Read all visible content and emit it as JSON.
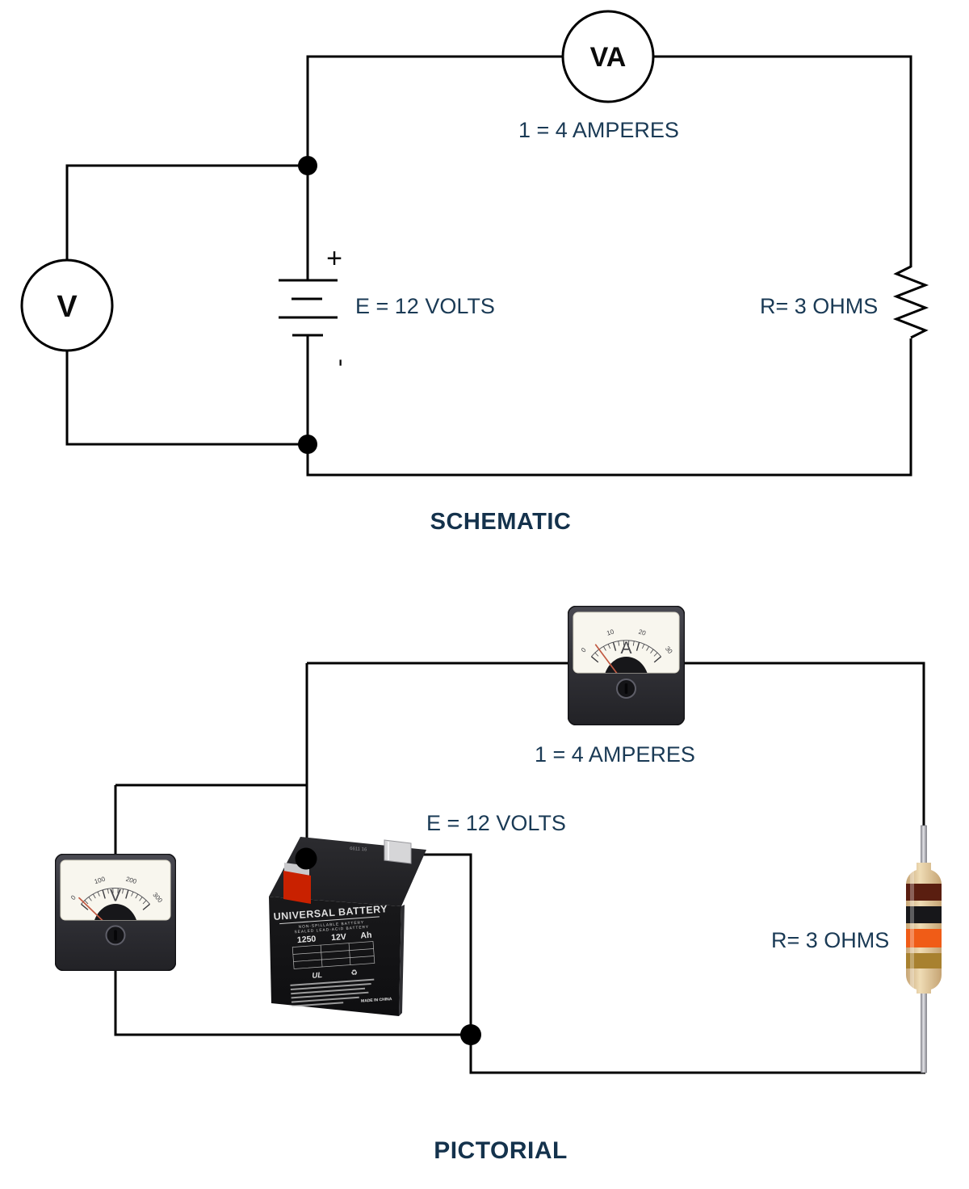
{
  "colors": {
    "text_navy": "#1a3a55",
    "wire": "#000000",
    "meter_body_top": "#45454c",
    "meter_body_bottom": "#232327",
    "dial_face": "#f8f6ee",
    "needle": "#c25a43",
    "resistor_body": "#e9d6ae",
    "battery_black": "#141416",
    "terminal_red": "#c92100",
    "terminal_silver": "#d6d6d8"
  },
  "schematic": {
    "title": "SCHEMATIC",
    "ammeter_symbol": "VA",
    "voltmeter_symbol": "V",
    "current_label": "1 = 4 AMPERES",
    "voltage_label": "E = 12 VOLTS",
    "resistance_label": "R= 3 OHMS",
    "battery_positive": "+",
    "battery_negative": "-"
  },
  "pictorial": {
    "title": "PICTORIAL",
    "current_label": "1 = 4 AMPERES",
    "voltage_label": "E = 12 VOLTS",
    "resistance_label": "R= 3 OHMS",
    "ammeter": {
      "unit_letter": "A",
      "scale_labels": [
        "0",
        "10",
        "20",
        "30"
      ],
      "scale_min": 0,
      "scale_max": 30,
      "needle_value": 4
    },
    "voltmeter": {
      "unit_letter": "V",
      "scale_labels": [
        "0",
        "100",
        "200",
        "300"
      ],
      "scale_min": 0,
      "scale_max": 300,
      "needle_value": 12
    },
    "battery": {
      "brand": "UNIVERSAL BATTERY",
      "subtitle1": "NON-SPILLABLE BATTERY",
      "subtitle2": "SEALED LEAD-ACID BATTERY",
      "model": "1250",
      "voltage": "12V",
      "capacity": "Ah",
      "origin": "MADE IN CHINA",
      "top_code": "6611 16",
      "ul_mark": "UL",
      "recycle_icon": "♻"
    },
    "resistor": {
      "bands": [
        {
          "name": "brown",
          "color": "#5a1e10"
        },
        {
          "name": "black",
          "color": "#17171a"
        },
        {
          "name": "orange",
          "color": "#f05c17"
        },
        {
          "name": "gold",
          "color": "#a8812f"
        }
      ]
    }
  }
}
